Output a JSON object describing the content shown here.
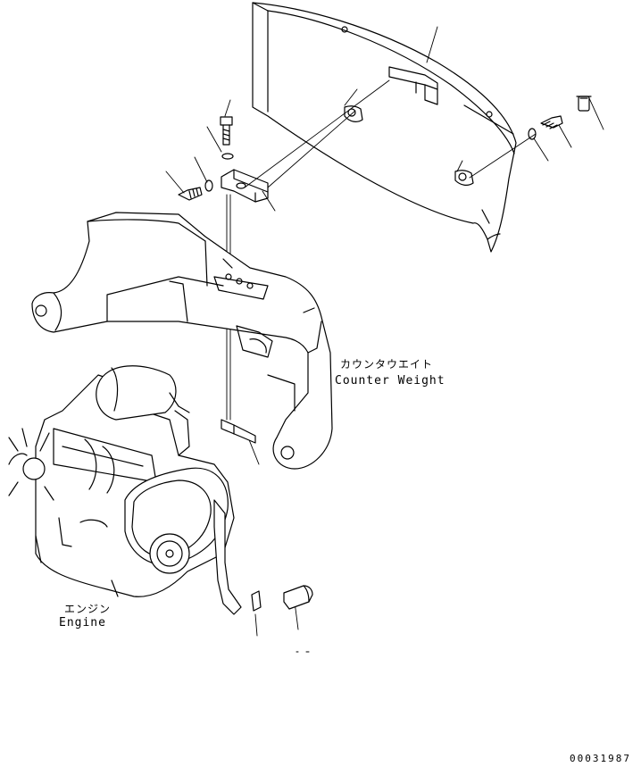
{
  "labels": {
    "counterweight_jp": "カウンタウエイト",
    "counterweight_en": "Counter Weight",
    "engine_jp": "エンジン",
    "engine_en": "Engine"
  },
  "document_number": "00031987",
  "colors": {
    "line": "#000000",
    "background": "#ffffff"
  }
}
